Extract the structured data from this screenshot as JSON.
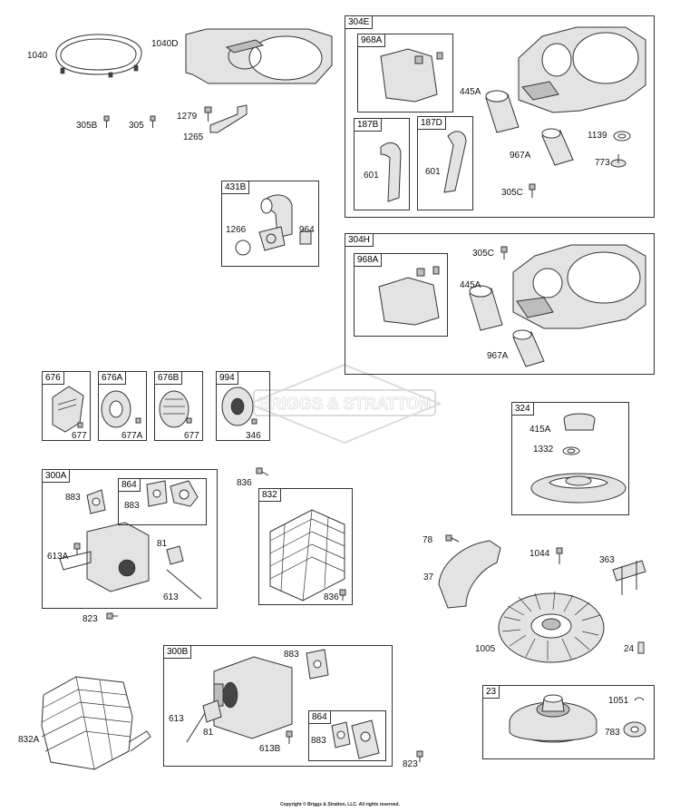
{
  "watermark": "BRIGGS & STRATTON",
  "copyright": "Copyright © Briggs & Stratton, LLC. All rights reserved.",
  "groups": {
    "304E": "304E",
    "968A_top": "968A",
    "187B": "187B",
    "187D": "187D",
    "304H": "304H",
    "968A_mid": "968A",
    "431B": "431B",
    "676": "676",
    "676A": "676A",
    "676B": "676B",
    "994": "994",
    "324": "324",
    "300A": "300A",
    "864_top": "864",
    "832": "832",
    "300B": "300B",
    "864_bot": "864",
    "23": "23"
  },
  "labels": {
    "p1040": "1040",
    "p1040D": "1040D",
    "p305B": "305B",
    "p305": "305",
    "p1279": "1279",
    "p1265": "1265",
    "p1266": "1266",
    "p964": "964",
    "e445A": "445A",
    "e601a": "601",
    "e601b": "601",
    "e1139": "1139",
    "e967A": "967A",
    "e773": "773",
    "e305C": "305C",
    "h305C": "305C",
    "h445A": "445A",
    "h967A": "967A",
    "c677a": "677",
    "c677A": "677A",
    "c677b": "677",
    "c346": "346",
    "a883": "883",
    "a883b": "883",
    "a613A": "613A",
    "a81": "81",
    "a613": "613",
    "a823": "823",
    "p836": "836",
    "p836b": "836",
    "s415A": "415A",
    "s1332": "1332",
    "f78": "78",
    "f1044": "1044",
    "f363": "363",
    "f37": "37",
    "f1005": "1005",
    "f24": "24",
    "b883": "883",
    "b613": "613",
    "b81": "81",
    "b613B": "613B",
    "b883b": "883",
    "b823": "823",
    "p832A": "832A",
    "r1051": "1051",
    "r783": "783"
  }
}
